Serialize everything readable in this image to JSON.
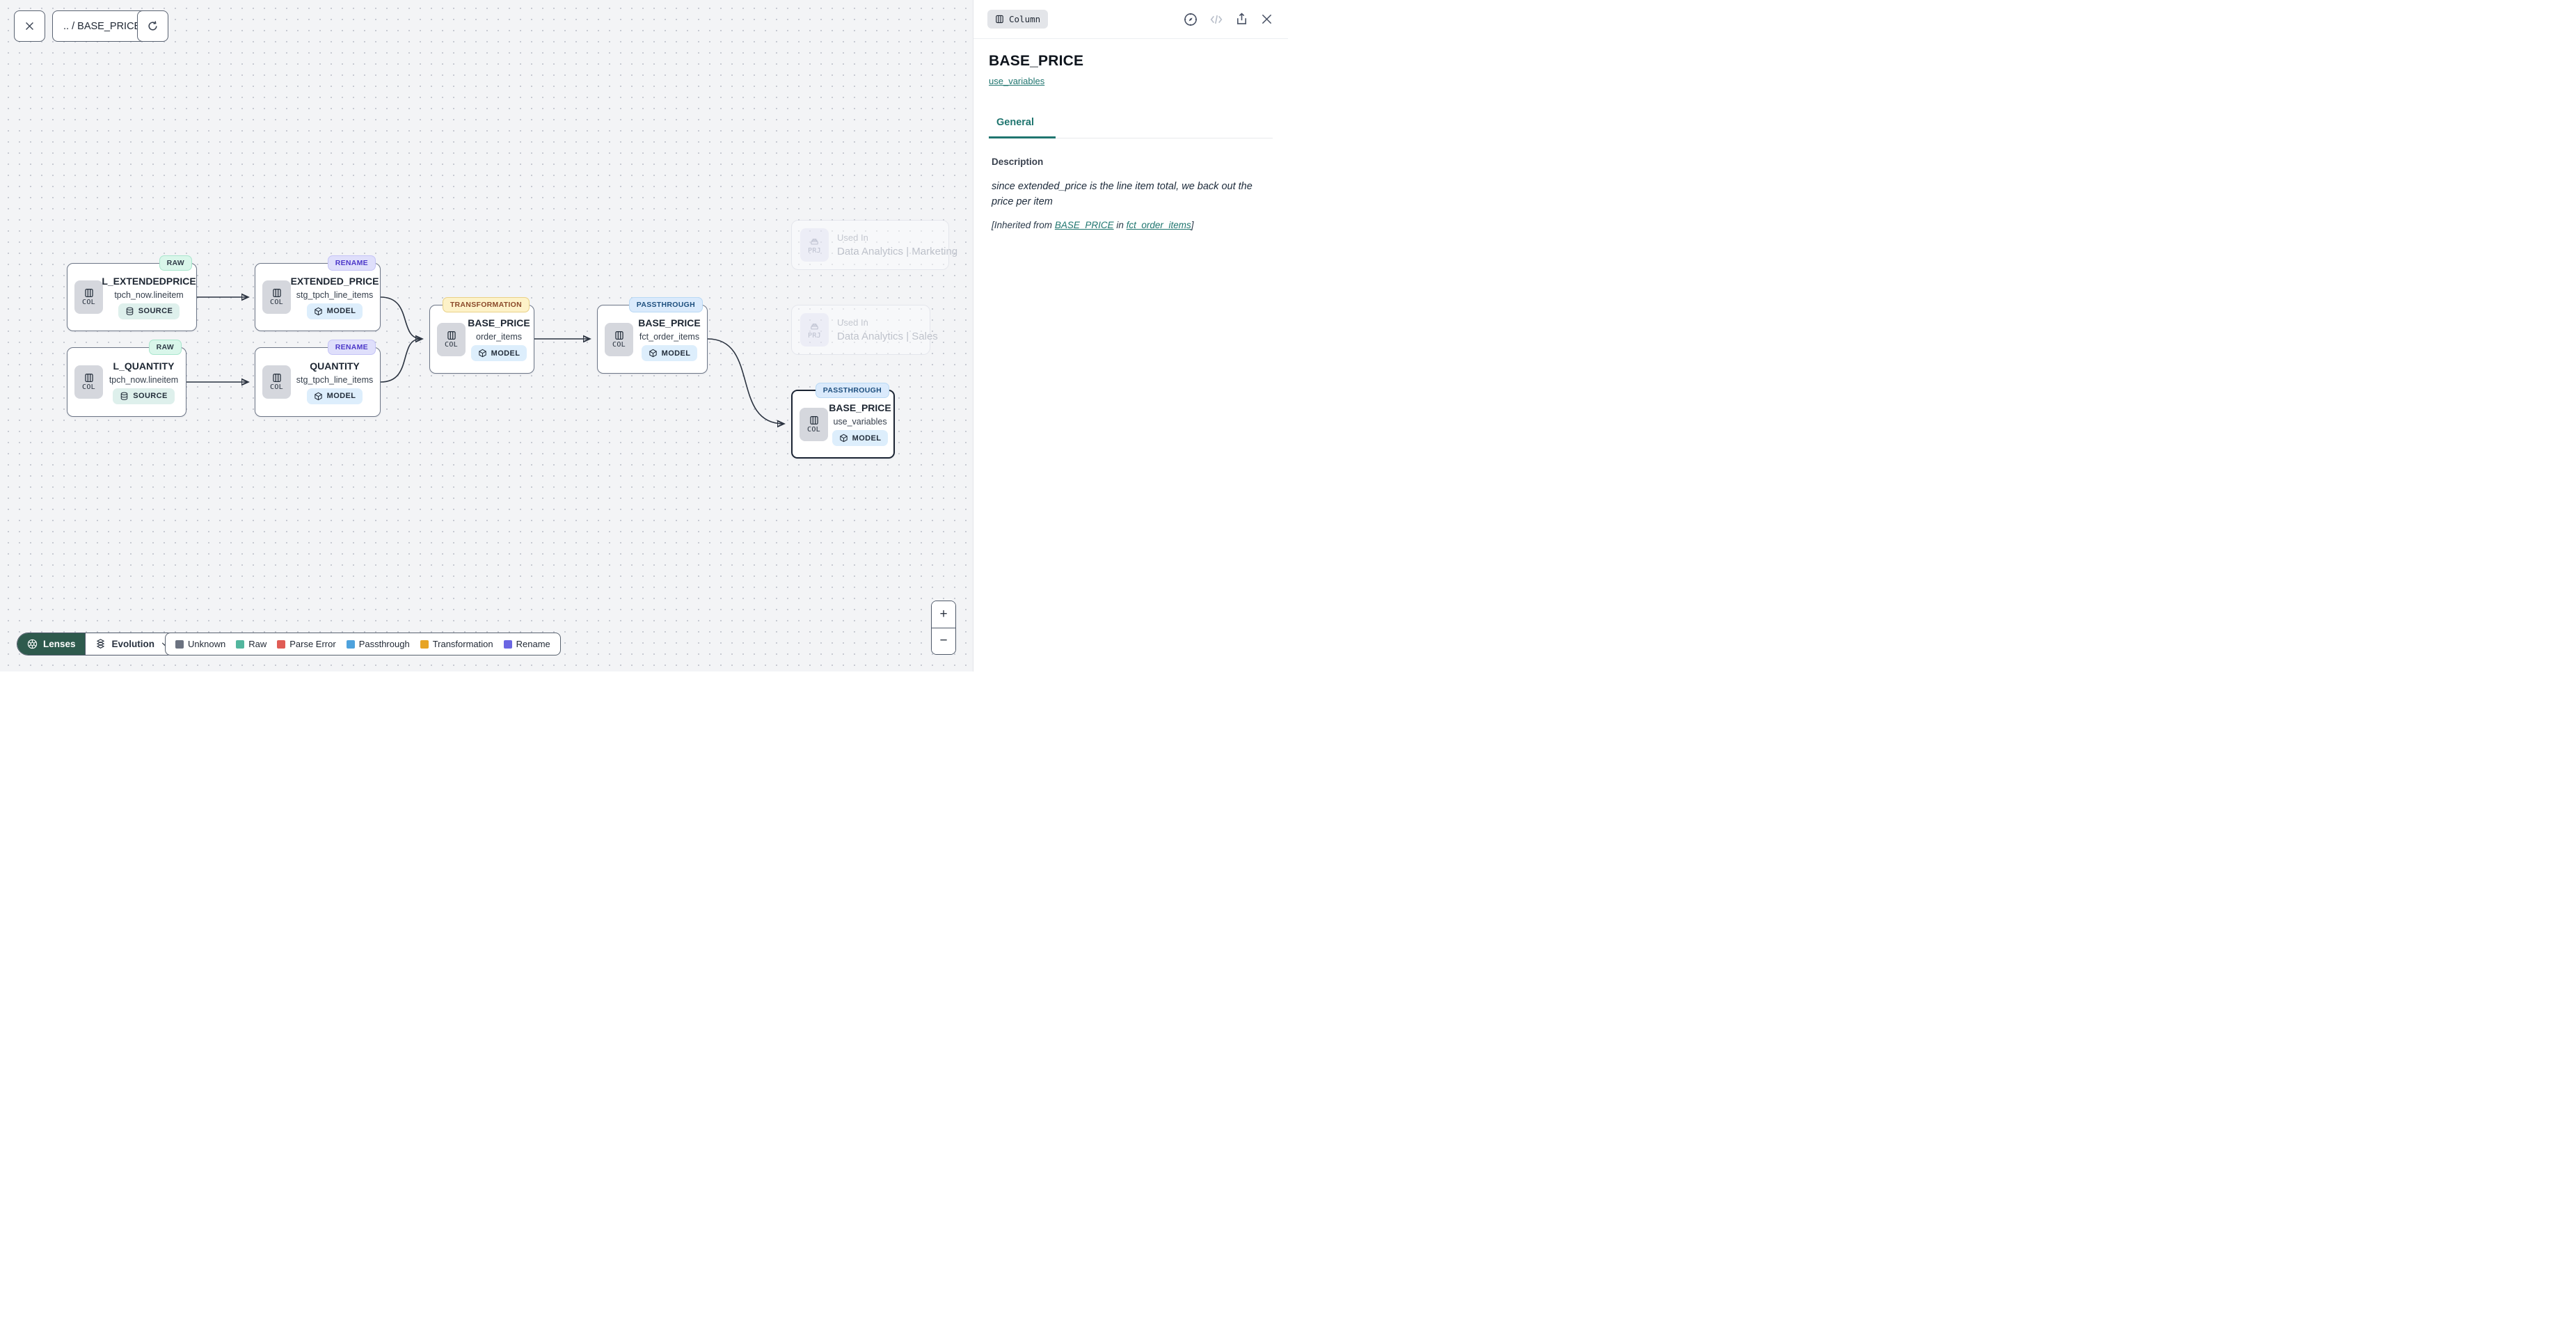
{
  "toolbar": {
    "breadcrumb": ".. / BASE_PRICE"
  },
  "canvas": {
    "nodes": [
      {
        "status": "RAW",
        "chip": "COL",
        "title": "L_EXTENDEDPRICE",
        "subtitle": "tpch_now.lineitem",
        "kind": "SOURCE"
      },
      {
        "status": "RAW",
        "chip": "COL",
        "title": "L_QUANTITY",
        "subtitle": "tpch_now.lineitem",
        "kind": "SOURCE"
      },
      {
        "status": "RENAME",
        "chip": "COL",
        "title": "EXTENDED_PRICE",
        "subtitle": "stg_tpch_line_items",
        "kind": "MODEL"
      },
      {
        "status": "RENAME",
        "chip": "COL",
        "title": "QUANTITY",
        "subtitle": "stg_tpch_line_items",
        "kind": "MODEL"
      },
      {
        "status": "TRANSFORMATION",
        "chip": "COL",
        "title": "BASE_PRICE",
        "subtitle": "order_items",
        "kind": "MODEL"
      },
      {
        "status": "PASSTHROUGH",
        "chip": "COL",
        "title": "BASE_PRICE",
        "subtitle": "fct_order_items",
        "kind": "MODEL"
      },
      {
        "status": "PASSTHROUGH",
        "chip": "COL",
        "title": "BASE_PRICE",
        "subtitle": "use_variables",
        "kind": "MODEL",
        "selected": true
      }
    ],
    "ghosts": [
      {
        "chip": "PRJ",
        "label": "Used In",
        "name": "Data Analytics | Marketing"
      },
      {
        "chip": "PRJ",
        "label": "Used In",
        "name": "Data Analytics | Sales"
      }
    ]
  },
  "lenses_bar": {
    "lenses_label": "Lenses",
    "selected_lens": "Evolution"
  },
  "legend": {
    "items": [
      {
        "label": "Unknown",
        "color": "#6b7280"
      },
      {
        "label": "Raw",
        "color": "#52b69e"
      },
      {
        "label": "Parse Error",
        "color": "#e05c55"
      },
      {
        "label": "Passthrough",
        "color": "#4ea2dd"
      },
      {
        "label": "Transformation",
        "color": "#e7a424"
      },
      {
        "label": "Rename",
        "color": "#6b66e3"
      }
    ]
  },
  "zoom_controls": {
    "zoom_in": "+",
    "zoom_out": "−"
  },
  "panel": {
    "type_chip": "Column",
    "title": "BASE_PRICE",
    "model_link": "use_variables",
    "tabs": [
      {
        "label": "General",
        "active": true
      }
    ],
    "description_label": "Description",
    "description_text": "since extended_price is the line item total, we back out the price per item",
    "inherited_prefix": "[Inherited from",
    "inherited_link_column": "BASE_PRICE",
    "inherited_mid": "in",
    "inherited_link_model": "fct_order_items",
    "inherited_suffix": "]"
  },
  "colors": {
    "accent_teal": "#1f756f",
    "lenses_button_bg": "#2e5a4d",
    "badge_raw_bg": "#d9f6ea",
    "badge_rename_bg": "#dfdffb",
    "badge_rename_text": "#4c38c9",
    "badge_transformation_bg": "#fdf2c8",
    "badge_transformation_text": "#8b4a2a",
    "badge_passthrough_bg": "#daeafc",
    "badge_passthrough_text": "#1e4f7e",
    "kind_source_bg": "#def0ec",
    "kind_model_bg": "#ddeefc",
    "canvas_bg": "#f3f4f6",
    "edge_color": "#2b3340",
    "selected_node_border": "#1b2433"
  }
}
